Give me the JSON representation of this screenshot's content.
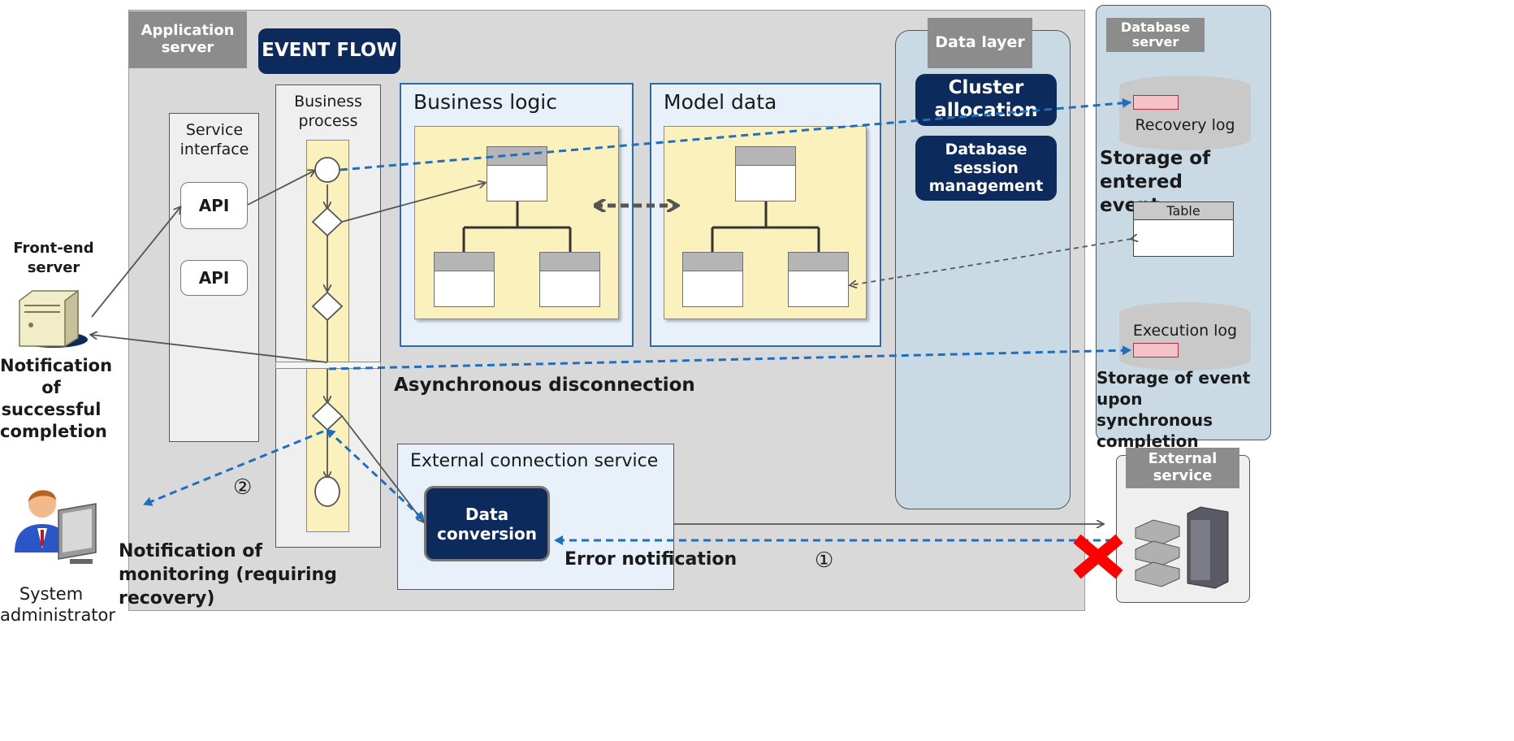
{
  "app_server_label": "Application server",
  "event_flow_label": "EVENT FLOW",
  "service_interface_label": "Service interface",
  "api_labels": [
    "API",
    "API"
  ],
  "business_process_label": "Business process",
  "business_logic_label": "Business logic",
  "model_data_label": "Model data",
  "data_layer_label": "Data layer",
  "cluster_allocation_label": "Cluster allocation",
  "db_session_label": "Database session management",
  "database_server_label": "Database server",
  "recovery_log_label": "Recovery log",
  "storage_entered_label": "Storage of entered event",
  "table_label": "Table",
  "execution_log_label": "Execution log",
  "storage_sync_label": "Storage of event upon synchronous completion",
  "external_service_label": "External service",
  "front_end_label": "Front-end server",
  "notification_success_label": "Notification of successful completion",
  "async_disconnect_label": "Asynchronous disconnection",
  "external_connection_label": "External connection service",
  "data_conversion_label": "Data conversion",
  "error_notification_label": "Error notification",
  "marker_1": "①",
  "marker_2": "②",
  "notification_monitoring_label": "Notification of monitoring (requiring recovery)",
  "system_admin_label": "System administrator",
  "colors": {
    "navy": "#0d2a5c",
    "blue_dash": "#1f6fc0",
    "panel": "#e8f1f9",
    "yellow": "#fbf1bc",
    "red_x": "#ff0000"
  }
}
